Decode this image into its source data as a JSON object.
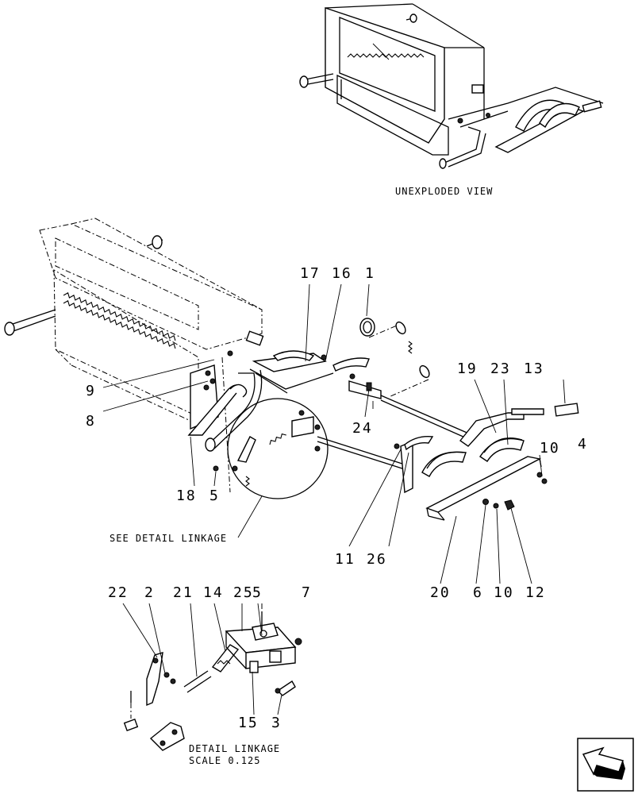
{
  "captions": {
    "unexploded": "UNEXPLODED VIEW",
    "see_detail": "SEE DETAIL  LINKAGE",
    "detail_title": "DETAIL  LINKAGE",
    "detail_scale": "SCALE  0.125"
  },
  "callouts": {
    "c17": "17",
    "c16": "16",
    "c1": "1",
    "c19": "19",
    "c23": "23",
    "c13": "13",
    "c9": "9",
    "c8": "8",
    "c24": "24",
    "c10a": "10",
    "c4a": "4",
    "c18": "18",
    "c5a": "5",
    "c11": "11",
    "c26": "26",
    "c20": "20",
    "c6": "6",
    "c10b": "10",
    "c12": "12",
    "c22": "22",
    "c2a": "2",
    "c21": "21",
    "c14": "14",
    "c25": "25",
    "c5b": "5",
    "c7": "7",
    "c15": "15",
    "c3": "3"
  },
  "nav": {
    "icon": "arrow-icon"
  }
}
